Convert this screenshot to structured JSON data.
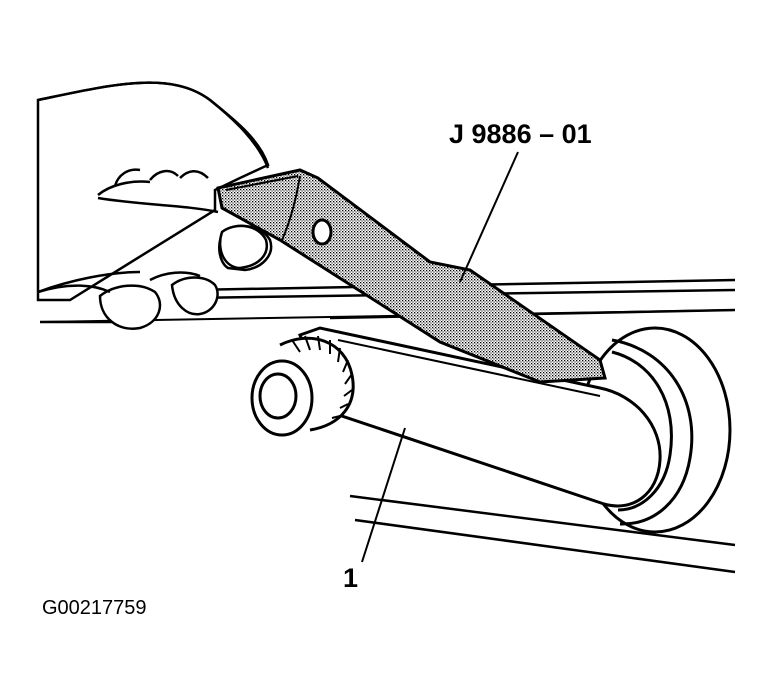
{
  "callouts": {
    "tool": "J 9886 – 01",
    "part": "1"
  },
  "figure_id": "G00217759",
  "colors": {
    "ink": "#000000",
    "paper": "#ffffff",
    "tool_shade": "#b8b8b8"
  }
}
